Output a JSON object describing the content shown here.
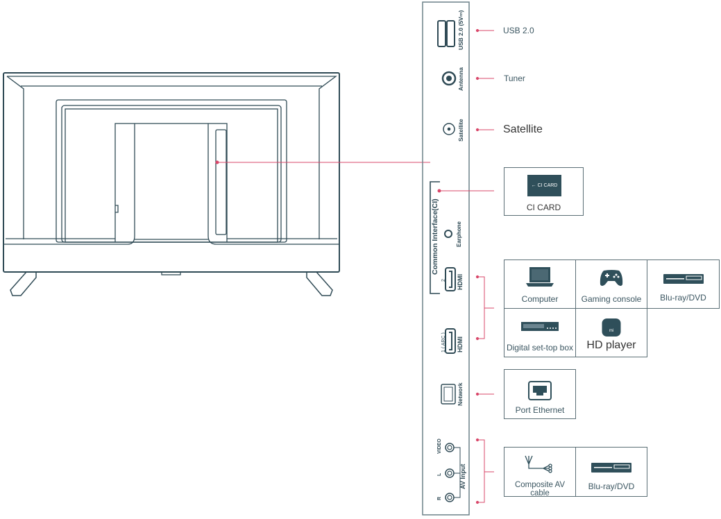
{
  "colors": {
    "line": "#2f4a55",
    "accent": "#d9476a"
  },
  "panel": {
    "ports": [
      {
        "icon": "usb-icon",
        "label": "USB 2.0 (5V⎓)",
        "desc": "USB 2.0"
      },
      {
        "icon": "antenna-icon",
        "label": "Antenna",
        "desc": "Tuner"
      },
      {
        "icon": "satellite-icon",
        "label": "Satellite",
        "desc": "Satellite"
      },
      {
        "icon": "ci-slot-icon",
        "label": "Common Interface(CI)"
      },
      {
        "icon": "earphone-icon",
        "label": "Earphone"
      },
      {
        "icon": "hdmi-icon",
        "label": "HDMI",
        "num": "2"
      },
      {
        "icon": "hdmi-icon",
        "label": "HDMI",
        "num": "1 ( ARC )"
      },
      {
        "icon": "network-icon",
        "label": "Network"
      },
      {
        "icon": "av-input-icon",
        "label": "AV Input",
        "jacks": [
          "VIDEO",
          "L",
          "R"
        ]
      }
    ]
  },
  "ci": {
    "card_text": "← CI CARD",
    "caption": "CI CARD"
  },
  "hdmi_devices": [
    "Computer",
    "Gaming console",
    "Blu-ray/DVD",
    "Digital set-top box",
    "HD player"
  ],
  "hd_player_logo": "mi",
  "network_devices": [
    "Port Ethernet"
  ],
  "av_devices": [
    "Composite AV cable",
    "Blu-ray/DVD"
  ]
}
